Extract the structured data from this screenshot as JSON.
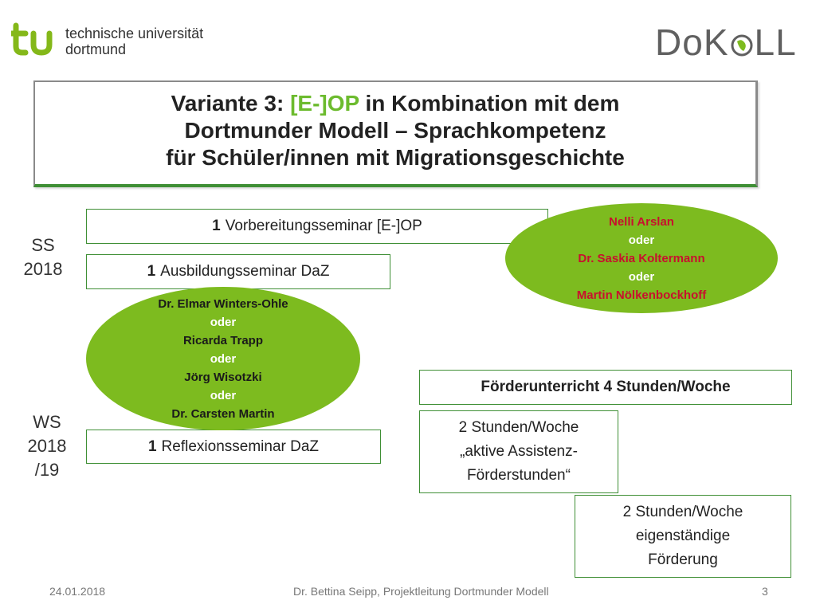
{
  "header": {
    "university_logo_text_line1": "technische universität",
    "university_logo_text_line2": "dortmund",
    "project_logo": "DoKoLL"
  },
  "title": {
    "prefix": "Variante 3: ",
    "highlight": "[E-]OP",
    "suffix": " in Kombination mit dem",
    "line2": "Dortmunder Modell – Sprachkompetenz",
    "line3": "für Schüler/innen mit Migrationsgeschichte"
  },
  "semesters": {
    "ss": [
      "SS",
      "2018"
    ],
    "ws": [
      "WS",
      "2018",
      "/19"
    ]
  },
  "seminars": {
    "vorbereitung": {
      "num": "1",
      "label": "Vorbereitungsseminar [E-]OP"
    },
    "ausbildung": {
      "num": "1",
      "label": "Ausbildungsseminar DaZ"
    },
    "reflexion": {
      "num": "1",
      "label": "Reflexionsseminar DaZ"
    }
  },
  "ellipse_left": {
    "names": [
      "Dr. Elmar Winters-Ohle",
      "Ricarda Trapp",
      "Jörg Wisotzki",
      "Dr. Carsten Martin"
    ],
    "separator": "oder"
  },
  "ellipse_right": {
    "names": [
      "Nelli Arslan",
      "Dr. Saskia Koltermann",
      "Martin Nölkenbockhoff"
    ],
    "separator": "oder"
  },
  "foerderung": {
    "header": "Förderunterricht 4 Stunden/Woche",
    "assist": [
      "2 Stunden/Woche",
      "„aktive Assistenz-",
      "Förderstunden“"
    ],
    "eigen": [
      "2 Stunden/Woche",
      "eigenständige",
      "Förderung"
    ]
  },
  "footer": {
    "date": "24.01.2018",
    "author": "Dr. Bettina Seipp, Projektleitung Dortmunder Modell",
    "page": "3"
  },
  "colors": {
    "accent_green": "#6cbb2e",
    "ellipse_green": "#7dbb1f",
    "border_green": "#3f8f35",
    "name_red": "#c8102e"
  }
}
